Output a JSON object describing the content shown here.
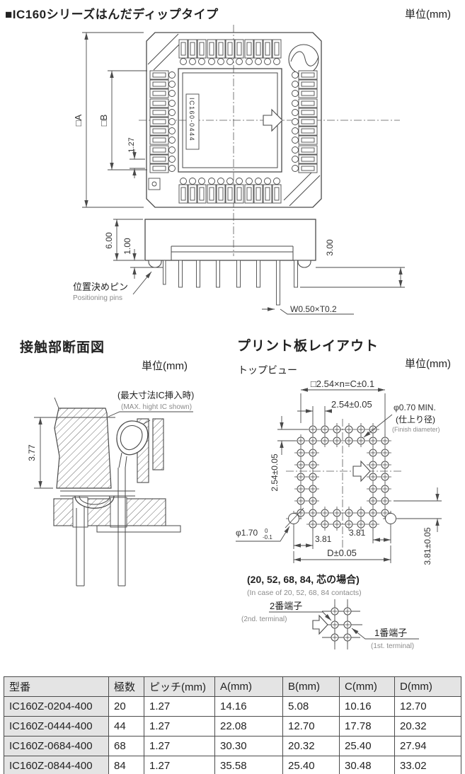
{
  "page": {
    "title": "■IC160シリーズはんだディップタイプ",
    "unit": "単位(mm)"
  },
  "top_view": {
    "dim_a": "□A",
    "dim_b": "□B",
    "dim_pitch": "1.27",
    "part_label": "IC160-0444"
  },
  "side_view": {
    "dim_height": "6.00",
    "dim_standoff": "1.00",
    "dim_pin_length": "3.00",
    "positioning_pin_jp": "位置決めピン",
    "positioning_pin_en": "Positioning pins",
    "pin_section": "W0.50×T0.2"
  },
  "contact_section": {
    "heading": "接触部断面図",
    "unit": "単位(mm)",
    "note_jp": "(最大寸法IC挿入時)",
    "note_en": "(MAX. hight IC shown)",
    "dim_height": "3.77"
  },
  "pcb_layout": {
    "heading": "プリント板レイアウト",
    "view_label": "トップビュー",
    "unit": "単位(mm)",
    "dim_row_total": "□2.54×n=C±0.1",
    "dim_pitch_h": "2.54±0.05",
    "dim_pitch_v": "2.54±0.05",
    "hole_dia": "φ0.70 MIN.",
    "hole_dia_jp": "(仕上り径)",
    "hole_dia_en": "(Finish diameter)",
    "guide_dia": "φ1.70",
    "guide_tol_upper": "0",
    "guide_tol_lower": "-0.1",
    "dim_381_left": "3.81",
    "dim_381_mid": "3.81",
    "dim_d": "D±0.05",
    "dim_381_right": "3.81±0.05",
    "case_note_jp": "(20, 52, 68, 84, 芯の場合)",
    "case_note_en": "(In case of 20, 52, 68, 84 contacts)",
    "terminal2_jp": "2番端子",
    "terminal2_en": "(2nd. terminal)",
    "terminal1_jp": "1番端子",
    "terminal1_en": "(1st. terminal)"
  },
  "table": {
    "headers": [
      "型番",
      "極数",
      "ピッチ(mm)",
      "A(mm)",
      "B(mm)",
      "C(mm)",
      "D(mm)"
    ],
    "rows": [
      [
        "IC160Z-0204-400",
        "20",
        "1.27",
        "14.16",
        "5.08",
        "10.16",
        "12.70"
      ],
      [
        "IC160Z-0444-400",
        "44",
        "1.27",
        "22.08",
        "12.70",
        "17.78",
        "20.32"
      ],
      [
        "IC160Z-0684-400",
        "68",
        "1.27",
        "30.30",
        "20.32",
        "25.40",
        "27.94"
      ],
      [
        "IC160Z-0844-400",
        "84",
        "1.27",
        "35.58",
        "25.40",
        "30.48",
        "33.02"
      ]
    ]
  }
}
